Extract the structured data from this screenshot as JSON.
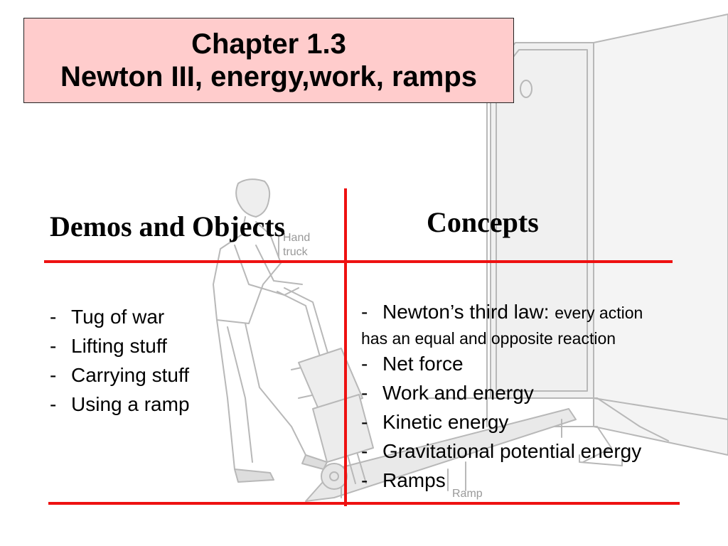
{
  "title": {
    "line1": "Chapter 1.3",
    "line2": "Newton III, energy,work, ramps"
  },
  "headings": {
    "left": "Demos and Objects",
    "right": "Concepts"
  },
  "figure": {
    "label_hand": "Hand",
    "label_truck": "truck",
    "label_ramp": "Ramp"
  },
  "demos": [
    "Tug of war",
    "Lifting stuff",
    "Carrying stuff",
    "Using a ramp"
  ],
  "concepts": {
    "newton_label": "Newton’s third law:",
    "newton_desc_1": "every action",
    "newton_desc_2": "has an equal and opposite reaction",
    "items": [
      "Net force",
      "Work and energy",
      "Kinetic energy",
      "Gravitational potential energy",
      "Ramps"
    ]
  },
  "dash": "-",
  "colors": {
    "title_bg": "#ffcccc",
    "rule": "#ee1111"
  }
}
